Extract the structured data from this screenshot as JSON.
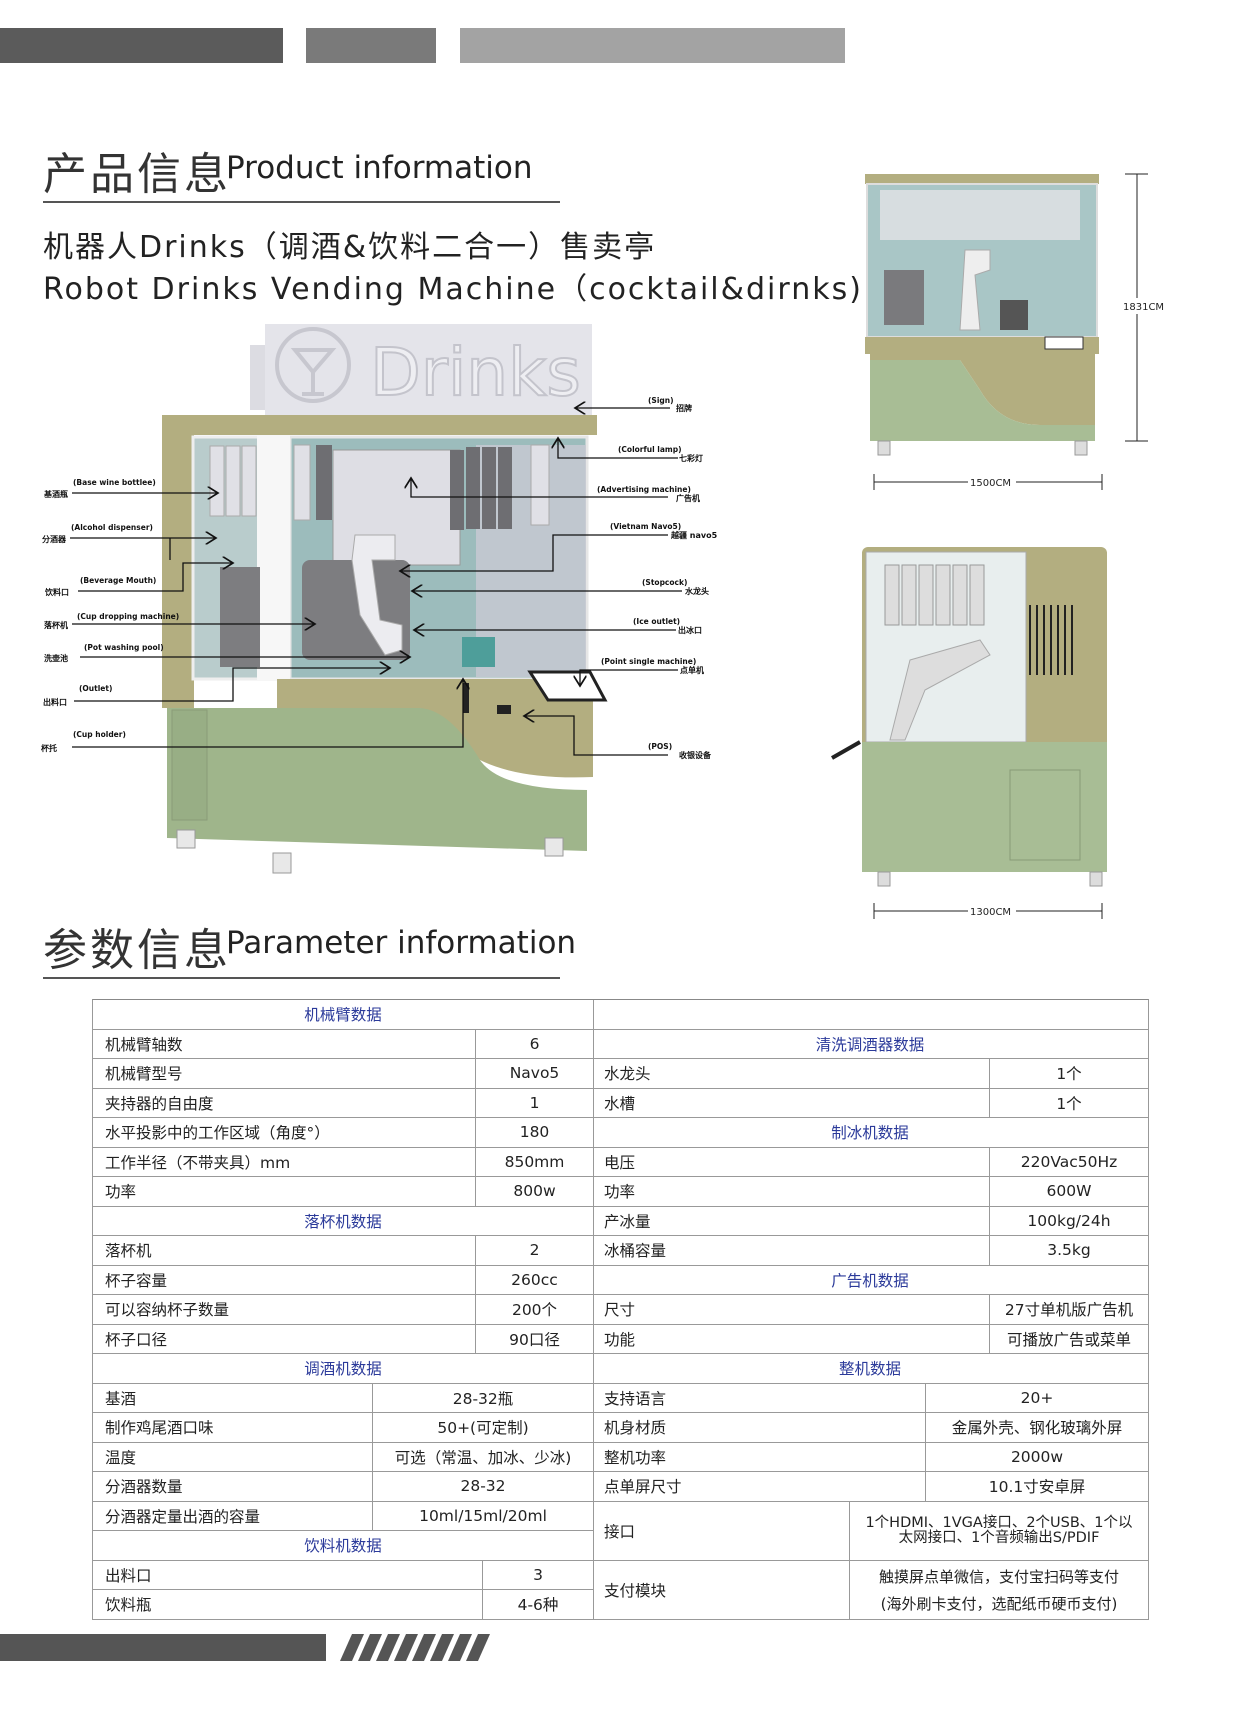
{
  "colors": {
    "header_blue": "#2b3a9a",
    "olive": "#b3ae80",
    "green": "#9fb58b",
    "glass": "#9cbcbc"
  },
  "product": {
    "title_cn": "产品信息",
    "title_en": "Product information",
    "subtitle_cn": "机器人Drinks（调酒&饮料二合一）售卖亭",
    "subtitle_en": "Robot Drinks Vending Machine（cocktail&dirnks)",
    "sign_text": "Drinks"
  },
  "callouts_left": [
    {
      "en": "(Base wine bottlee)",
      "cn": "基酒瓶"
    },
    {
      "en": "(Alcohol dispenser)",
      "cn": "分酒器"
    },
    {
      "en": "(Beverage Mouth)",
      "cn": "饮料口"
    },
    {
      "en": "(Cup dropping machine)",
      "cn": "落杯机"
    },
    {
      "en": "(Pot washing pool)",
      "cn": "洗壶池"
    },
    {
      "en": "(Outlet)",
      "cn": "出料口"
    },
    {
      "en": "(Cup holder)",
      "cn": "杯托"
    }
  ],
  "callouts_right": [
    {
      "en": "(Sign)",
      "cn": "招牌"
    },
    {
      "en": "(Colorful lamp)",
      "cn": "七彩灯"
    },
    {
      "en": "(Advertising machine)",
      "cn": "广告机"
    },
    {
      "en": "(Vietnam Navo5)",
      "cn": "越疆 navo5"
    },
    {
      "en": "(Stopcock)",
      "cn": "水龙头"
    },
    {
      "en": "(Ice outlet)",
      "cn": "出冰口"
    },
    {
      "en": "(Point single machine)",
      "cn": "点单机"
    },
    {
      "en": "(POS)",
      "cn": "收银设备"
    }
  ],
  "dimensions": {
    "height": "1831CM",
    "width": "1500CM",
    "depth": "1300CM"
  },
  "params": {
    "title_cn": "参数信息",
    "title_en": "Parameter information",
    "left": [
      {
        "type": "head",
        "text": "机械臂数据"
      },
      {
        "label": "机械臂轴数",
        "value": "6",
        "lw": 383
      },
      {
        "label": "机械臂型号",
        "value": "Navo5",
        "lw": 383
      },
      {
        "label": "夹持器的自由度",
        "value": "1",
        "lw": 383
      },
      {
        "label": "水平投影中的工作区域（角度°）",
        "value": "180",
        "lw": 383
      },
      {
        "label": "工作半径（不带夹具）mm",
        "value": "850mm",
        "lw": 383
      },
      {
        "label": "功率",
        "value": "800w",
        "lw": 383
      },
      {
        "type": "head",
        "text": "落杯机数据"
      },
      {
        "label": "落杯机",
        "value": "2",
        "lw": 383
      },
      {
        "label": "杯子容量",
        "value": "260cc",
        "lw": 383
      },
      {
        "label": "可以容纳杯子数量",
        "value": "200个",
        "lw": 383
      },
      {
        "label": "杯子口径",
        "value": "90口径",
        "lw": 383
      },
      {
        "type": "head",
        "text": "调酒机数据"
      },
      {
        "label": "基酒",
        "value": "28-32瓶",
        "lw": 280
      },
      {
        "label": "制作鸡尾酒口味",
        "value": "50+(可定制)",
        "lw": 280
      },
      {
        "label": "温度",
        "value": "可选（常温、加冰、少冰)",
        "lw": 280
      },
      {
        "label": "分酒器数量",
        "value": "28-32",
        "lw": 280
      },
      {
        "label": "分酒器定量出酒的容量",
        "value": "10ml/15ml/20ml",
        "lw": 280
      },
      {
        "type": "head",
        "text": "饮料机数据"
      },
      {
        "label": "出料口",
        "value": "3",
        "lw": 390
      },
      {
        "label": "饮料瓶",
        "value": "4-6种",
        "lw": 390
      }
    ],
    "right": [
      {
        "type": "head",
        "text": ""
      },
      {
        "type": "head",
        "text": "清洗调酒器数据"
      },
      {
        "label": "水龙头",
        "value": "1个",
        "lw": 398
      },
      {
        "label": "水槽",
        "value": "1个",
        "lw": 398
      },
      {
        "type": "head",
        "text": "制冰机数据"
      },
      {
        "label": "电压",
        "value": "220Vac50Hz",
        "lw": 398
      },
      {
        "label": "功率",
        "value": "600W",
        "lw": 398
      },
      {
        "label": "产冰量",
        "value": "100kg/24h",
        "lw": 398
      },
      {
        "label": "冰桶容量",
        "value": "3.5kg",
        "lw": 398
      },
      {
        "type": "head",
        "text": "广告机数据"
      },
      {
        "label": "尺寸",
        "value": "27寸单机版广告机",
        "lw": 398
      },
      {
        "label": "功能",
        "value": "可播放广告或菜单",
        "lw": 398
      },
      {
        "type": "head",
        "text": "整机数据"
      },
      {
        "label": "支持语言",
        "value": "20+",
        "lw": 334
      },
      {
        "label": "机身材质",
        "value": "金属外壳、钢化玻璃外屏",
        "lw": 334
      },
      {
        "label": "整机功率",
        "value": "2000w",
        "lw": 334
      },
      {
        "label": "点单屏尺寸",
        "value": "10.1寸安卓屏",
        "lw": 334
      },
      {
        "label": "接口",
        "value": "1个HDMI、1VGA接口、2个USB、1个以太网接口、1个音频输出S/PDIF",
        "lw": 258,
        "double": true,
        "wrap": true
      },
      {
        "label": "支付模块",
        "value": "触摸屏点单微信，支付宝扫码等支付",
        "value2": "(海外刷卡支付，选配纸币硬币支付)",
        "lw": 258,
        "double": true
      }
    ]
  }
}
